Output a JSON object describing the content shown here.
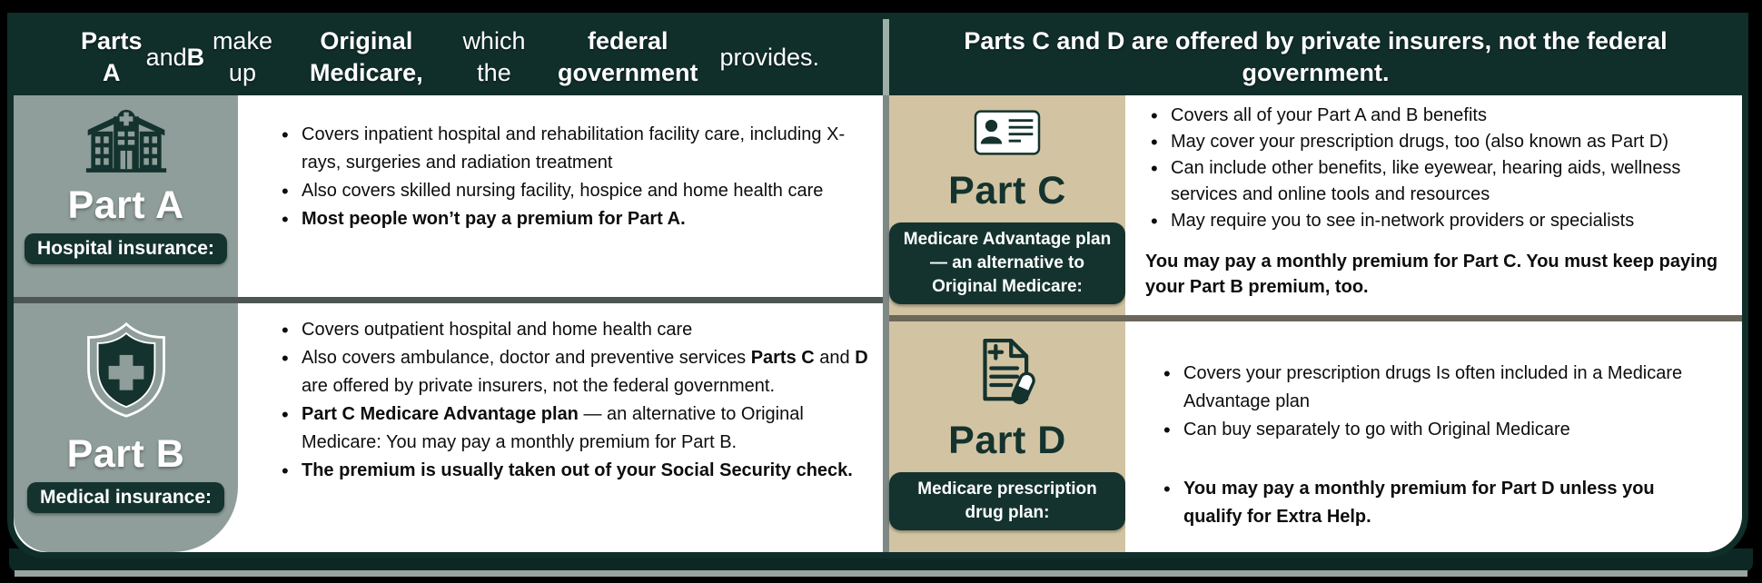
{
  "colors": {
    "header_bg": "#102E2A",
    "panel_gray": "#8F9E9A",
    "panel_tan": "#D2C4A3",
    "badge_bg": "#14332E",
    "text_light": "#FFFFFF",
    "text_dark": "#0D0D0D",
    "divider_light": "#9EAEA9",
    "divider_gray": "#7E8885"
  },
  "header": {
    "left_segments": [
      {
        "t": "Parts A",
        "b": true
      },
      {
        "t": " and ",
        "b": false
      },
      {
        "t": "B",
        "b": true
      },
      {
        "t": " make up ",
        "b": false
      },
      {
        "t": "Original Medicare,",
        "b": true
      },
      {
        "t": " which the ",
        "b": false
      },
      {
        "t": "federal government",
        "b": true
      },
      {
        "t": " provides.",
        "b": false
      }
    ],
    "right_segments": [
      {
        "t": "Parts C and D are offered by private insurers, not the federal government.",
        "b": true
      }
    ]
  },
  "part_a": {
    "title": "Part A",
    "badge": "Hospital insurance:",
    "icon": "hospital-icon",
    "bullets": [
      {
        "segments": [
          {
            "t": "Covers inpatient hospital and rehabilitation facility care, including X-rays, surgeries and radiation treatment"
          }
        ]
      },
      {
        "segments": [
          {
            "t": " Also covers skilled nursing facility, hospice and home health care"
          }
        ]
      },
      {
        "segments": [
          {
            "t": "Most people won’t pay a premium for Part A.",
            "b": true
          }
        ]
      }
    ]
  },
  "part_b": {
    "title": "Part B",
    "badge": "Medical insurance:",
    "icon": "shield-cross-icon",
    "bullets": [
      {
        "segments": [
          {
            "t": "Covers outpatient hospital and home health care"
          }
        ]
      },
      {
        "segments": [
          {
            "t": "Also covers ambulance, doctor and preventive services "
          },
          {
            "t": "Parts C",
            "b": true
          },
          {
            "t": " and "
          },
          {
            "t": "D",
            "b": true
          },
          {
            "t": " are offered by private insurers, not the federal government."
          }
        ]
      },
      {
        "segments": [
          {
            "t": "Part C Medicare Advantage plan",
            "b": true
          },
          {
            "t": " — an alternative to Original Medicare: You may pay a monthly premium for Part B."
          }
        ]
      },
      {
        "segments": [
          {
            "t": "The premium is usually taken out of your Social Security check.",
            "b": true
          }
        ]
      }
    ]
  },
  "part_c": {
    "title": "Part C",
    "badge": "Medicare Advantage plan — an alternative to Original Medicare:",
    "icon": "id-card-icon",
    "bullets": [
      {
        "segments": [
          {
            "t": "Covers all of your Part A and B benefits"
          }
        ]
      },
      {
        "segments": [
          {
            "t": "May cover your prescription drugs, too (also known as Part D)"
          }
        ]
      },
      {
        "segments": [
          {
            "t": "Can include other benefits, like eyewear, hearing aids, wellness services and online tools and resources"
          }
        ]
      },
      {
        "segments": [
          {
            "t": " May require you to see in-network providers or specialists"
          }
        ]
      }
    ],
    "footer_segments": [
      {
        "t": "You may pay a monthly premium for Part C. You must keep paying your Part B premium, too.",
        "b": true
      }
    ]
  },
  "part_d": {
    "title": "Part D",
    "badge": "Medicare prescription drug plan:",
    "icon": "prescription-drug-icon",
    "bullets": [
      {
        "segments": [
          {
            "t": " Covers your prescription drugs  Is often included in a Medicare Advantage plan"
          }
        ]
      },
      {
        "segments": [
          {
            "t": " Can buy separately to go with Original Medicare"
          }
        ]
      },
      {
        "gap": true,
        "segments": [
          {
            "t": "You may pay a monthly premium for Part D unless you qualify for Extra Help.",
            "b": true
          }
        ]
      }
    ]
  }
}
